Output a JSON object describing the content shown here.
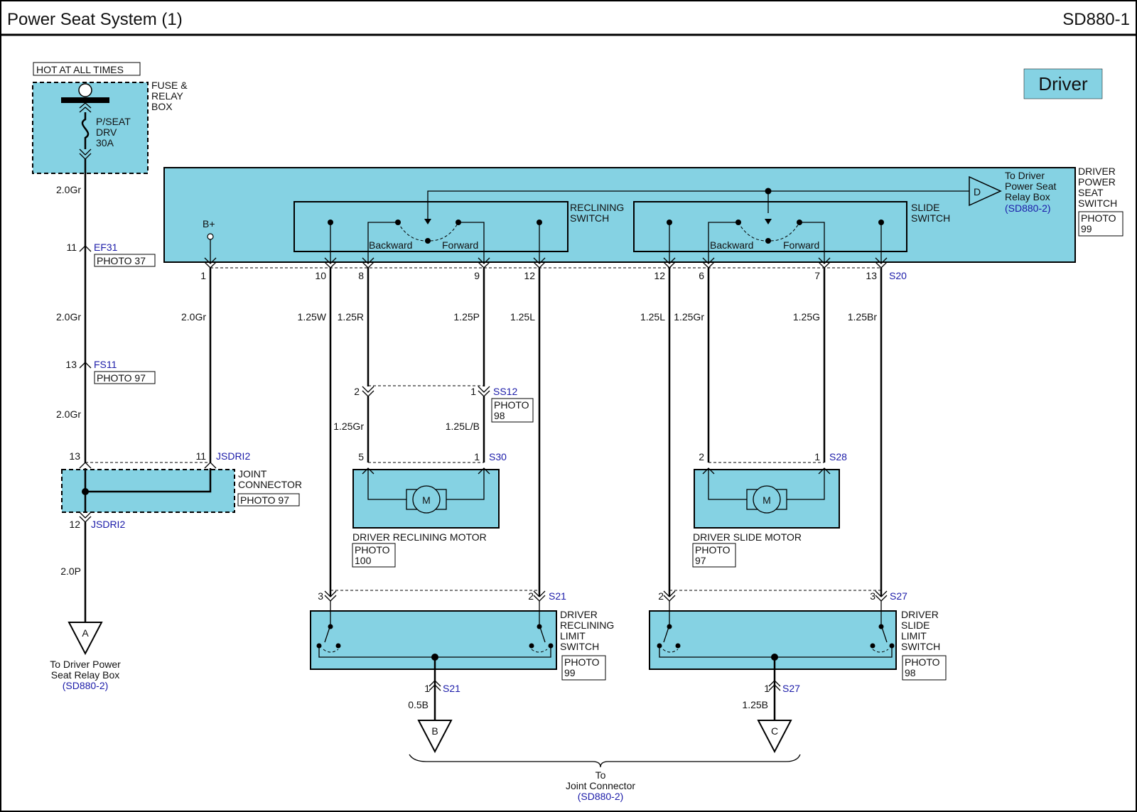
{
  "header": {
    "title": "Power Seat System (1)",
    "code": "SD880-1"
  },
  "badge": {
    "label": "Driver",
    "color": "#85d2e3"
  },
  "fuse": {
    "hot_label": "HOT AT ALL TIMES",
    "box_label": [
      "FUSE &",
      "RELAY",
      "BOX"
    ],
    "fuse_label": [
      "P/SEAT",
      "DRV",
      "30A"
    ]
  },
  "left_column": {
    "wire_top": "2.0Gr",
    "ef31": {
      "pin": "11",
      "id": "EF31",
      "photo": "PHOTO 37"
    },
    "wire_mid": "2.0Gr",
    "fs11": {
      "pin": "13",
      "id": "FS11",
      "photo": "PHOTO 97"
    },
    "wire_low": "2.0Gr",
    "joint": {
      "pin_left": "13",
      "pin_right": "11",
      "id": "JSDRI2",
      "label": [
        "JOINT",
        "CONNECTOR"
      ],
      "photo": "PHOTO 97"
    },
    "jsdri2_bottom": {
      "pin": "12",
      "id": "JSDRI2"
    },
    "wire_bottom": "2.0P",
    "terminal_a": {
      "letter": "A",
      "label": [
        "To Driver Power",
        "Seat Relay Box"
      ],
      "ref": "(SD880-2)"
    }
  },
  "switch": {
    "label": [
      "DRIVER",
      "POWER",
      "SEAT",
      "SWITCH"
    ],
    "photo": [
      "PHOTO",
      "99"
    ],
    "bplus": "B+",
    "reclining_label": [
      "RECLINING",
      "SWITCH"
    ],
    "slide_label": [
      "SLIDE",
      "SWITCH"
    ],
    "backward": "Backward",
    "forward": "Forward",
    "to_relay": {
      "letter": "D",
      "label": [
        "To Driver",
        "Power Seat",
        "Relay Box"
      ],
      "ref": "(SD880-2)"
    },
    "connector_id": "S20",
    "pins": [
      "1",
      "10",
      "8",
      "9",
      "12",
      "12",
      "6",
      "7",
      "13"
    ]
  },
  "wires": {
    "w1": "2.0Gr",
    "w10": "1.25W",
    "w8": "1.25R",
    "w9": "1.25P",
    "w12a": "1.25L",
    "w12b": "1.25L",
    "w6": "1.25Gr",
    "w7": "1.25G",
    "w13": "1.25Br"
  },
  "ss12": {
    "pin_left": "2",
    "pin_right": "1",
    "id": "SS12",
    "photo": [
      "PHOTO",
      "98"
    ],
    "wire_left": "1.25Gr",
    "wire_right": "1.25L/B"
  },
  "recline_motor": {
    "pin_left": "5",
    "pin_right": "1",
    "id": "S30",
    "symbol": "M",
    "label": "DRIVER RECLINING MOTOR",
    "photo": [
      "PHOTO",
      "100"
    ]
  },
  "slide_motor": {
    "pin_left": "2",
    "pin_right": "1",
    "id": "S28",
    "symbol": "M",
    "label": "DRIVER SLIDE MOTOR",
    "photo": [
      "PHOTO",
      "97"
    ]
  },
  "recline_limit": {
    "pin_left": "3",
    "pin_right": "2",
    "id": "S21",
    "label": [
      "DRIVER",
      "RECLINING",
      "LIMIT",
      "SWITCH"
    ],
    "photo": [
      "PHOTO",
      "99"
    ],
    "bottom": {
      "pin": "1",
      "id": "S21",
      "wire": "0.5B",
      "letter": "B"
    }
  },
  "slide_limit": {
    "pin_left": "2",
    "pin_right": "3",
    "id": "S27",
    "label": [
      "DRIVER",
      "SLIDE",
      "LIMIT",
      "SWITCH"
    ],
    "photo": [
      "PHOTO",
      "98"
    ],
    "bottom": {
      "pin": "1",
      "id": "S27",
      "wire": "1.25B",
      "letter": "C"
    }
  },
  "joint_footer": {
    "label": [
      "To",
      "Joint Connector"
    ],
    "ref": "(SD880-2)"
  }
}
